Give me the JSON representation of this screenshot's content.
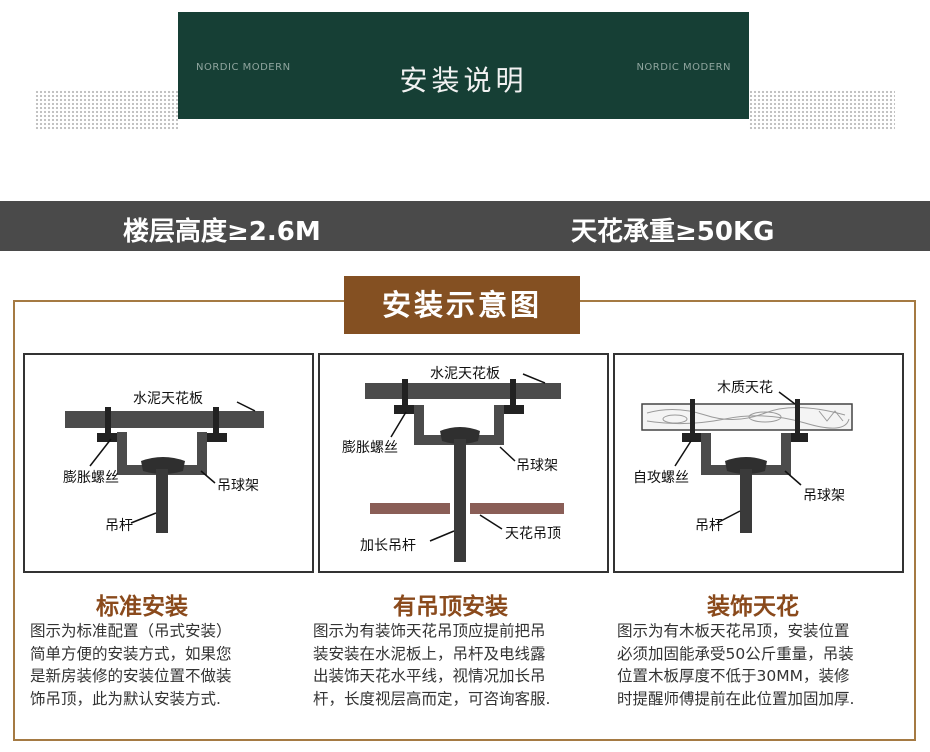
{
  "header": {
    "left_tag": "NORDIC MODERN",
    "title": "安装说明",
    "right_tag": "NORDIC MODERN"
  },
  "specs": {
    "floor_height": "楼层高度≥2.6M",
    "ceiling_load": "天花承重≥50KG"
  },
  "section_title": "安装示意图",
  "diagrams": [
    {
      "labels": {
        "slab": "水泥天花板",
        "bolt": "膨胀螺丝",
        "bracket": "吊球架",
        "rod": "吊杆"
      },
      "caption_title": "标准安装",
      "caption_lines": [
        "图示为标准配置（吊式安装）",
        "简单方便的安装方式，如果您",
        "是新房装修的安装位置不做装",
        "饰吊顶，此为默认安装方式."
      ]
    },
    {
      "labels": {
        "slab": "水泥天花板",
        "bolt": "膨胀螺丝",
        "bracket": "吊球架",
        "rod": "加长吊杆",
        "ceiling": "天花吊顶"
      },
      "caption_title": "有吊顶安装",
      "caption_lines": [
        "图示为有装饰天花吊顶应提前把吊",
        "装安装在水泥板上，吊杆及电线露",
        "出装饰天花水平线，视情况加长吊",
        "杆，长度视层高而定，可咨询客服."
      ]
    },
    {
      "labels": {
        "slab": "木质天花",
        "screw": "自攻螺丝",
        "bracket": "吊球架",
        "rod": "吊杆"
      },
      "caption_title": "装饰天花",
      "caption_lines": [
        "图示为有木板天花吊顶，安装位置",
        "必须加固能承受50公斤重量，吊装",
        "位置木板厚度不低于30MM，装修",
        "时提醒师傅提前在此位置加固加厚."
      ]
    }
  ],
  "colors": {
    "header_bg": "#163f35",
    "band_bg": "#4a4a4a",
    "section_title_bg": "#845022",
    "frame_border": "#a57a43",
    "caption_title": "#8a4a1c",
    "ceiling_board": "#8a5e57"
  }
}
